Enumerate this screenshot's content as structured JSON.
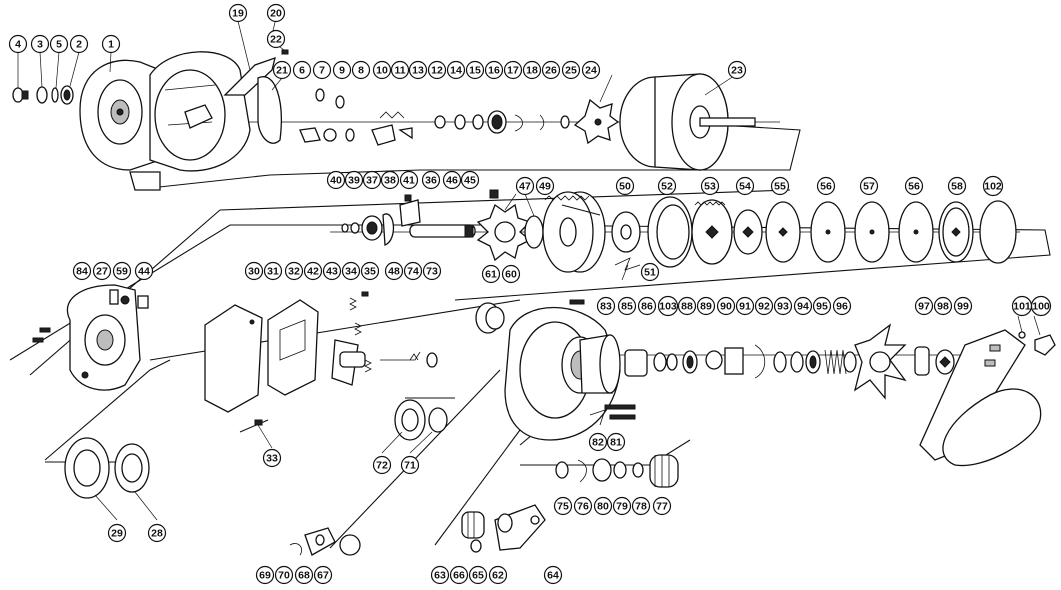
{
  "diagram": {
    "parts": [
      "1",
      "2",
      "3",
      "4",
      "5",
      "6",
      "7",
      "8",
      "9",
      "10",
      "11",
      "12",
      "13",
      "14",
      "15",
      "16",
      "17",
      "18",
      "19",
      "20",
      "21",
      "22",
      "23",
      "24",
      "25",
      "26",
      "27",
      "28",
      "29",
      "30",
      "31",
      "32",
      "33",
      "34",
      "35",
      "36",
      "37",
      "38",
      "39",
      "40",
      "41",
      "42",
      "43",
      "44",
      "45",
      "46",
      "47",
      "48",
      "49",
      "50",
      "51",
      "52",
      "53",
      "54",
      "55",
      "56",
      "57",
      "58",
      "59",
      "60",
      "61",
      "62",
      "63",
      "64",
      "65",
      "66",
      "67",
      "68",
      "69",
      "70",
      "71",
      "72",
      "73",
      "74",
      "75",
      "76",
      "77",
      "78",
      "79",
      "80",
      "81",
      "82",
      "83",
      "84",
      "85",
      "86",
      "88",
      "89",
      "90",
      "91",
      "92",
      "93",
      "94",
      "95",
      "96",
      "97",
      "98",
      "99",
      "100",
      "101",
      "102",
      "103"
    ]
  }
}
